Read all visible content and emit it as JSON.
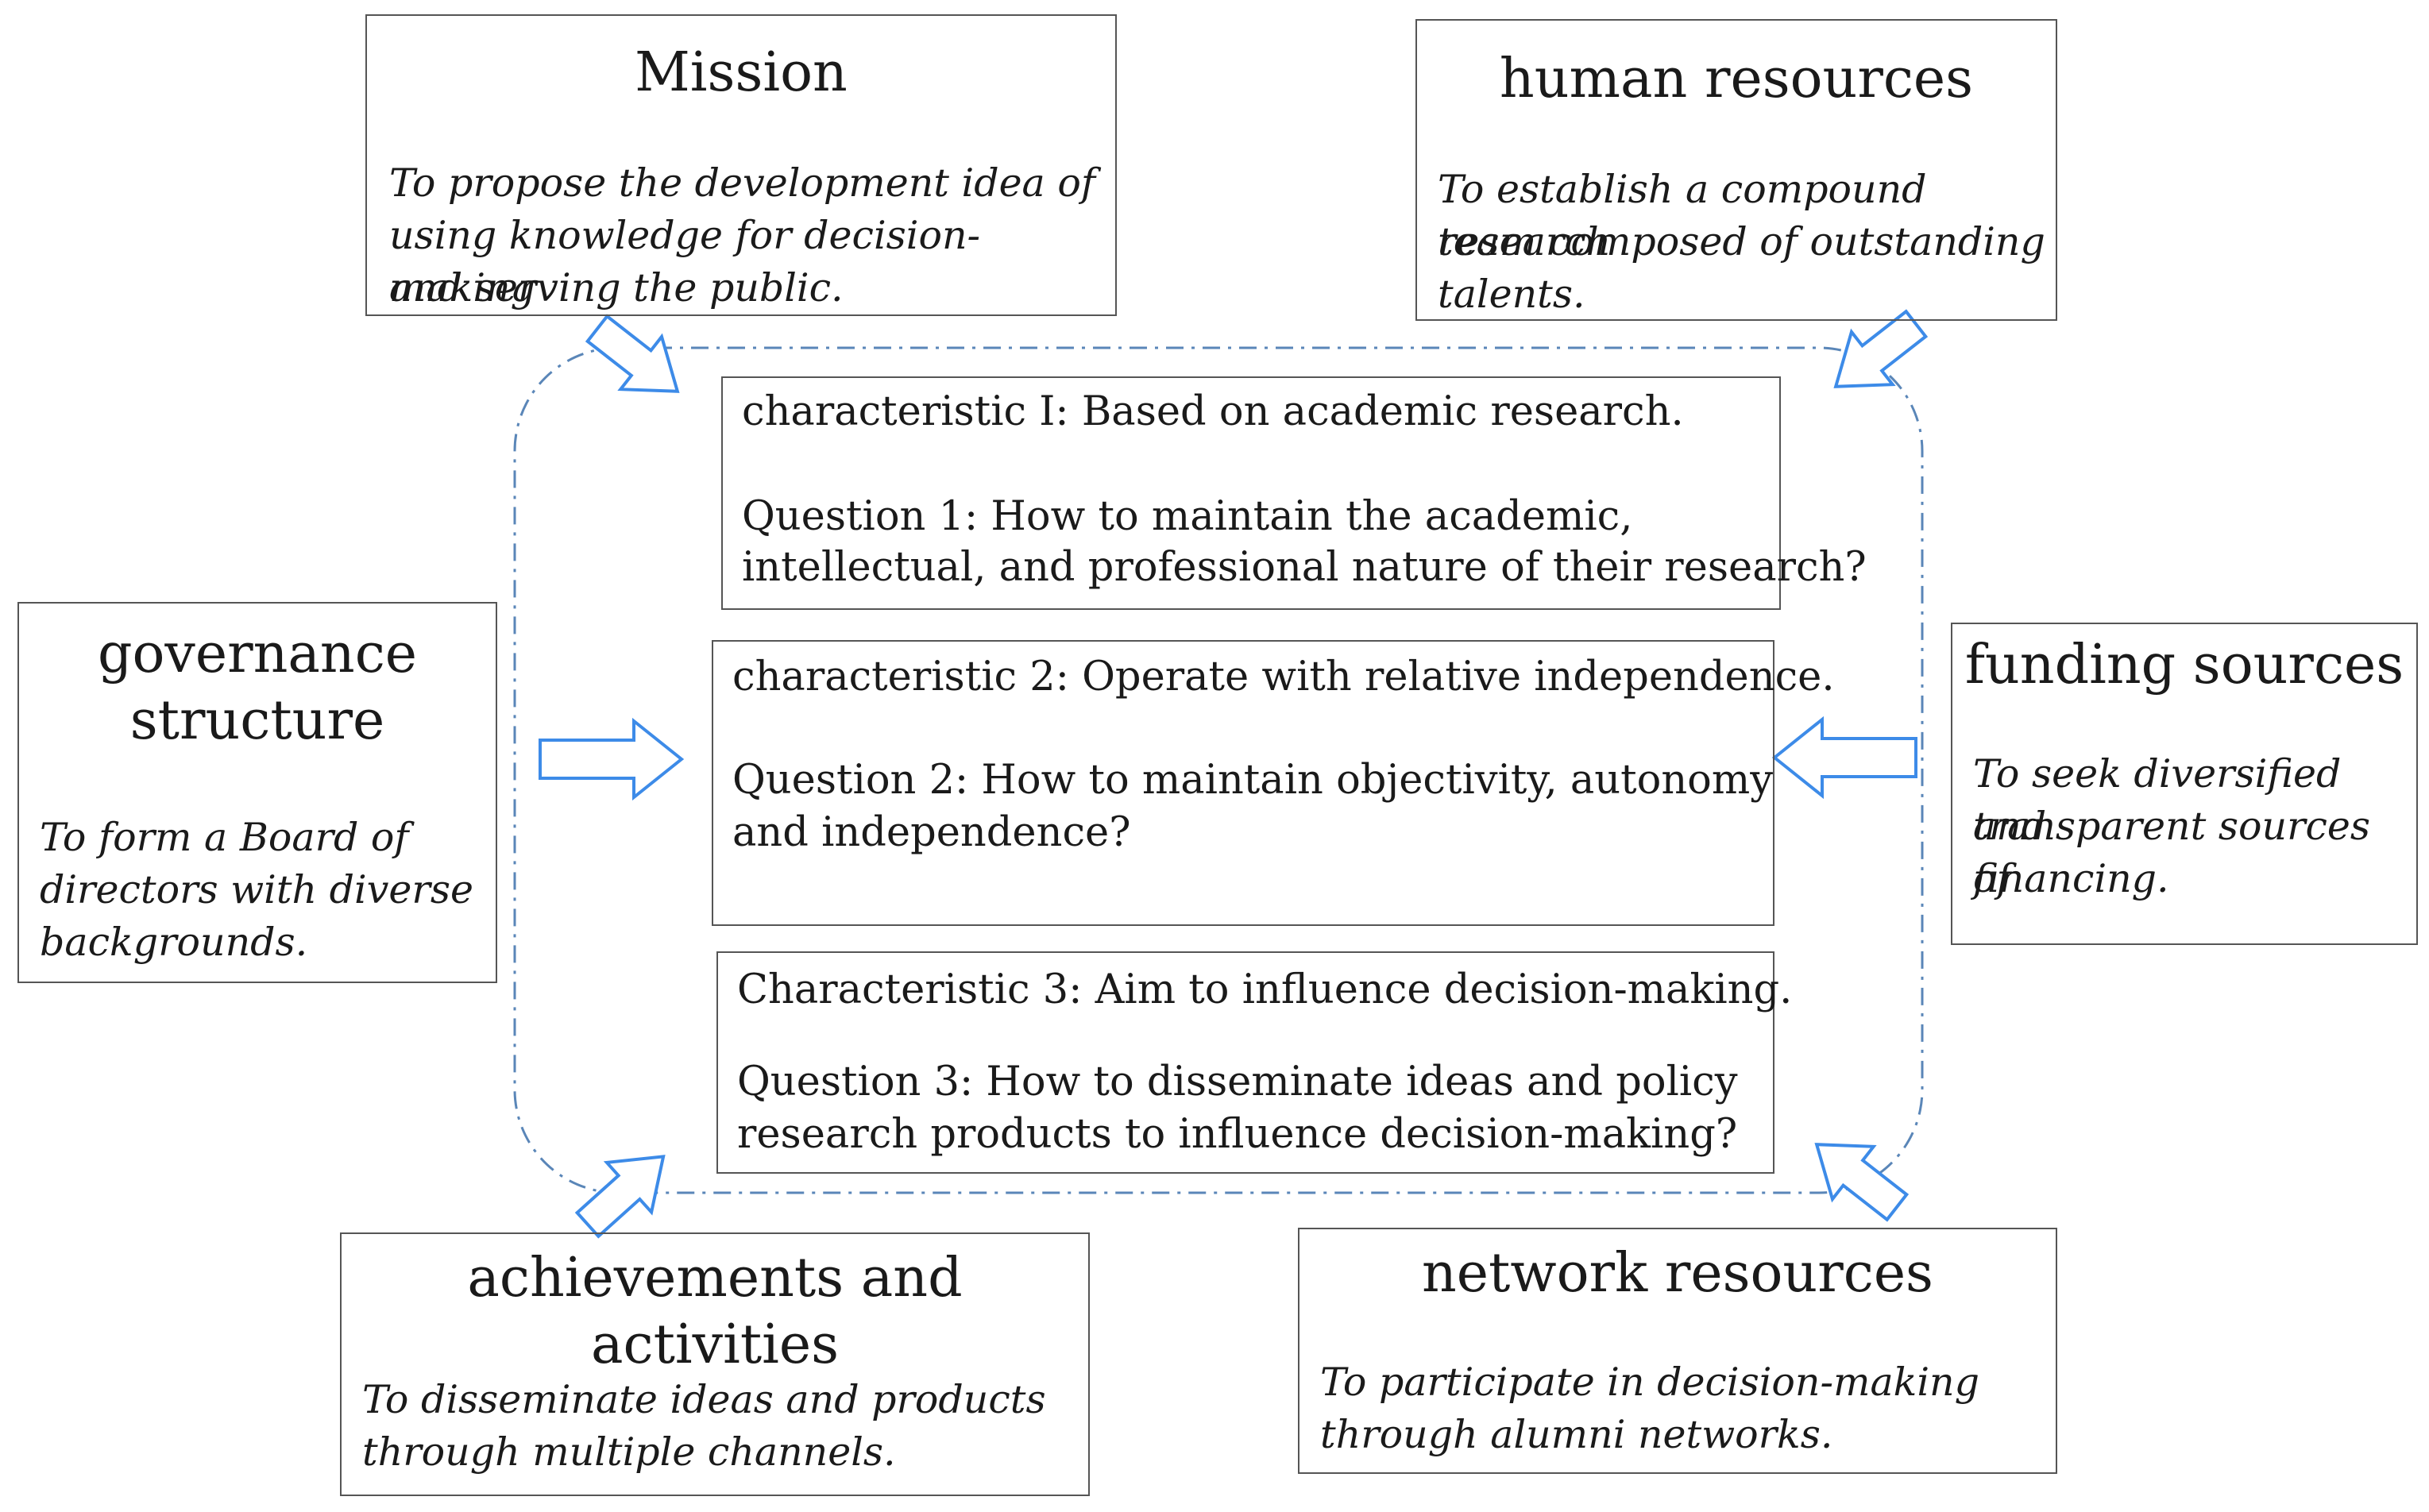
{
  "boxes": {
    "mission": {
      "title": "Mission",
      "desc": [
        "To propose the development idea of",
        "using knowledge for decision-making",
        "and serving the public."
      ]
    },
    "human_resources": {
      "title": "human resources",
      "desc": [
        "To establish a compound research",
        "team composed of outstanding",
        "talents."
      ]
    },
    "governance": {
      "title": [
        "governance",
        "structure"
      ],
      "desc": [
        "To form a Board of",
        "directors with diverse",
        "backgrounds."
      ]
    },
    "funding": {
      "title": "funding sources",
      "desc": [
        "To seek diversified and",
        "transparent sources of",
        "financing."
      ]
    },
    "achievements": {
      "title": "achievements and activities",
      "desc": [
        "To disseminate ideas and products",
        "through multiple channels."
      ]
    },
    "network": {
      "title": "network resources",
      "desc": [
        "To participate in decision-making",
        "through alumni networks."
      ]
    }
  },
  "characteristics": [
    {
      "heading": "characteristic I: Based on academic research.",
      "question": [
        "Question 1: How to maintain the academic,",
        "intellectual, and professional nature of their research?"
      ]
    },
    {
      "heading": "characteristic 2: Operate with relative independence.",
      "question": [
        "Question 2: How to maintain objectivity, autonomy",
        "and independence?"
      ]
    },
    {
      "heading": "Characteristic 3: Aim to influence decision-making.",
      "question": [
        "Question 3: How to disseminate ideas and policy",
        "research products to influence decision-making?"
      ]
    }
  ],
  "colors": {
    "arrow_stroke": "#3d8be8",
    "dashed_frame": "#5a86b8",
    "box_border": "#555555",
    "text": "#1a1a1a"
  },
  "icons": {
    "arrow": "hollow-block-arrow",
    "frame": "dash-dot-rounded-rectangle"
  }
}
